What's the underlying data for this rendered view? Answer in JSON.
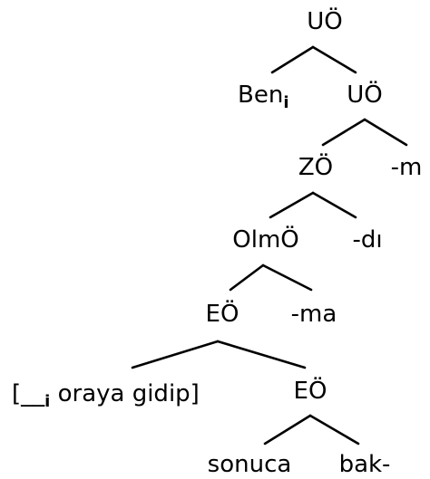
{
  "tree": {
    "root": "UÖ",
    "level1": {
      "left": "Ben",
      "left_subscript": "i",
      "right": "UÖ"
    },
    "level2": {
      "left": "ZÖ",
      "right": "-m"
    },
    "level3": {
      "left": "OlmÖ",
      "right": "-dı"
    },
    "level4": {
      "left": "EÖ",
      "right": "-ma"
    },
    "level5": {
      "left_open": "[__",
      "left_subscript": "i",
      "left_rest": " oraya gidip]",
      "right": "EÖ"
    },
    "level6": {
      "left": "sonuca",
      "right": "bak-"
    }
  }
}
